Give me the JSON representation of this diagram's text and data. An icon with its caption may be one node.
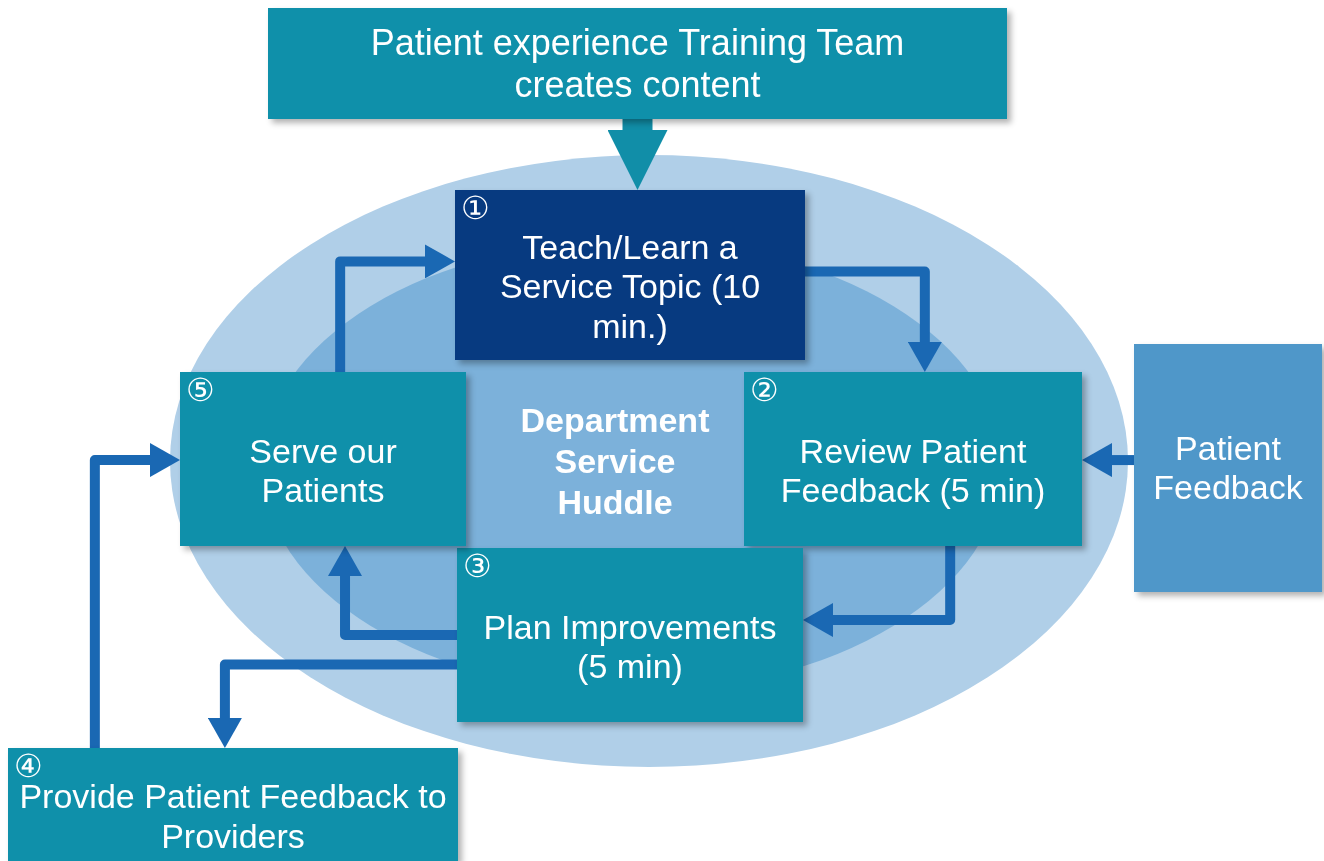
{
  "diagram": {
    "nodes": [
      {
        "text": [
          "Patient experience Training Team creates content"
        ]
      },
      {
        "text": [
          "Department Service Huddle"
        ]
      },
      {
        "text": [
          "①",
          "Teach/Learn a Service Topic (10 min.)"
        ]
      },
      {
        "text": [
          "②",
          "Review Patient Feedback (5 min)"
        ]
      },
      {
        "text": [
          "③",
          "Plan Improvements (5 min)"
        ]
      },
      {
        "text": [
          "④",
          "Provide Patient Feedback to Providers"
        ]
      },
      {
        "text": [
          "⑤",
          "Serve our Patients"
        ]
      },
      {
        "text": [
          "Patient Feedback"
        ]
      }
    ],
    "edges": [
      {
        "from": 0,
        "to": 2,
        "arrow": "to",
        "style": "thick",
        "color": "#118ea8"
      },
      {
        "from": 2,
        "to": 3,
        "arrow": "to"
      },
      {
        "from": 3,
        "to": 4,
        "arrow": "to"
      },
      {
        "from": 4,
        "to": 6,
        "arrow": "to"
      },
      {
        "from": 4,
        "to": 5,
        "arrow": "to"
      },
      {
        "from": 5,
        "to": 6,
        "arrow": "to"
      },
      {
        "from": 6,
        "to": 2,
        "arrow": "to"
      },
      {
        "from": 7,
        "to": 3,
        "arrow": "to"
      }
    ]
  }
}
